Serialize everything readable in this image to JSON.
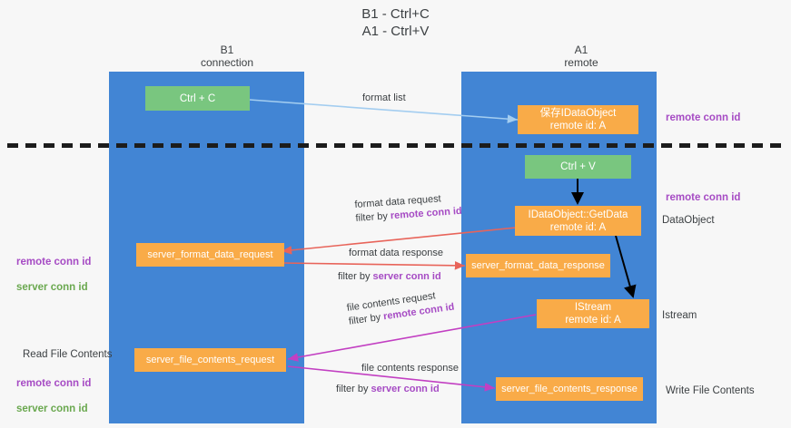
{
  "title": "B1 - Ctrl+C\nA1 - Ctrl+V",
  "columns": [
    {
      "name": "b1",
      "label": "B1\nconnection"
    },
    {
      "name": "a1",
      "label": "A1\nremote"
    }
  ],
  "colors": {
    "lane": "#4285d4",
    "green_node": "#79c67f",
    "orange_node": "#f9ab48",
    "remote_conn_id": "#a64bc4",
    "server_conn_id": "#6aa84f",
    "arrow_format_list": "#a3cdf0",
    "arrow_format_data": "#e8645a",
    "arrow_file_contents": "#c23fc2",
    "arrow_black": "#000000",
    "divider": "#1c1c1c"
  },
  "nodes": {
    "ctrl_c": "Ctrl + C",
    "save_idataobject": "保存IDataObject\nremote id: A",
    "ctrl_v": "Ctrl + V",
    "idataobject_getdata": "IDataObject::GetData\nremote id: A",
    "server_format_data_request": "server_format_data_request",
    "server_format_data_response": "server_format_data_response",
    "istream": "IStream\nremote id: A",
    "server_file_contents_request": "server_file_contents_request",
    "server_file_contents_response": "server_file_contents_response"
  },
  "edge_labels": {
    "format_list": "format list",
    "format_data_request": "format data request",
    "format_data_request_filter_prefix": "filter by ",
    "format_data_request_filter_key": "remote conn id",
    "format_data_response": "format data response",
    "format_data_response_filter_prefix": "filter by ",
    "format_data_response_filter_key": "server conn id",
    "file_contents_request": "file contents request",
    "file_contents_request_filter_prefix": "filter by ",
    "file_contents_request_filter_key": "remote conn id",
    "file_contents_response": "file contents response",
    "file_contents_response_filter_prefix": "filter by ",
    "file_contents_response_filter_key": "server conn id"
  },
  "annotations": {
    "right_remote_conn_id_top": "remote conn id",
    "right_remote_conn_id_mid": "remote conn id",
    "right_dataobject": "DataObject",
    "right_istream": "Istream",
    "right_write_file_contents": "Write File Contents",
    "left_remote_conn_id": "remote conn id",
    "left_server_conn_id": "server conn id",
    "left_read_file_contents": "Read File Contents",
    "left_remote_conn_id_2": "remote conn id",
    "left_server_conn_id_2": "server conn id"
  }
}
